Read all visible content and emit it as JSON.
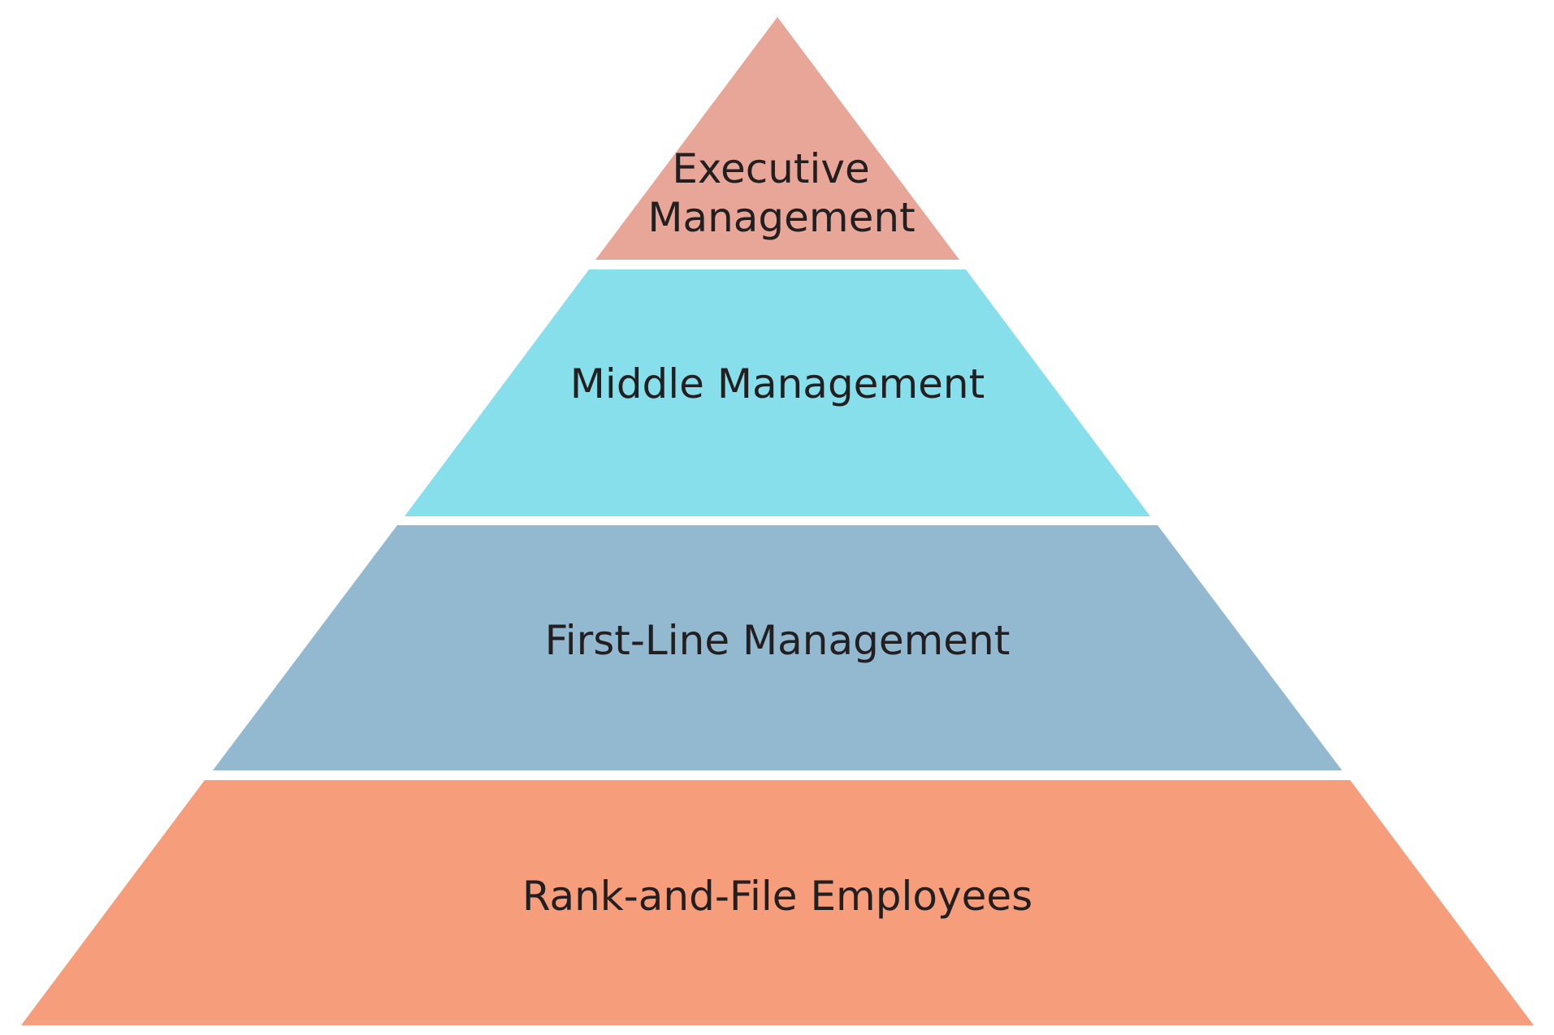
{
  "tiers": [
    {
      "label_lines": [
        "Executive",
        "Management"
      ],
      "color": "#E8A698"
    },
    {
      "label_lines": [
        "Middle Management"
      ],
      "color": "#87DFEB"
    },
    {
      "label_lines": [
        "First-Line Management"
      ],
      "color": "#93B9D0"
    },
    {
      "label_lines": [
        "Rank-and-File Employees"
      ],
      "color": "#F69E7C"
    }
  ]
}
